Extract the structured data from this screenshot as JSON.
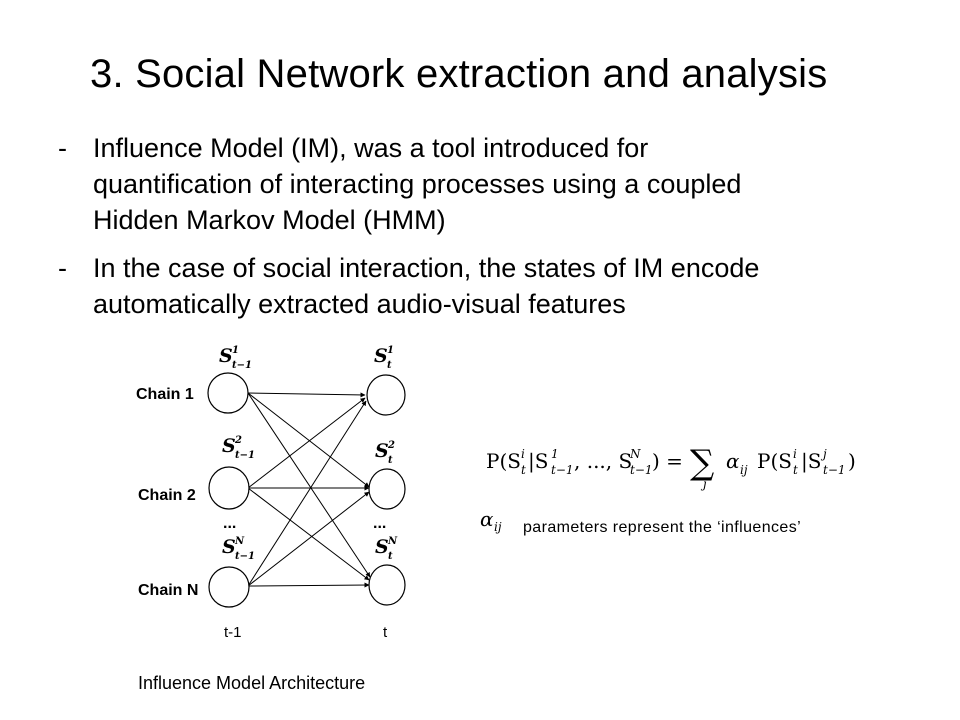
{
  "slide": {
    "title": "3. Social Network extraction and analysis",
    "bullets": [
      {
        "dash": "-",
        "lines": [
          "Influence Model (IM), was a tool introduced for",
          "quantification of interacting processes using a coupled",
          "Hidden Markov Model (HMM)"
        ]
      },
      {
        "dash": "-",
        "lines": [
          "In the case of social interaction, the states of IM encode",
          "automatically extracted audio-visual features"
        ]
      }
    ]
  },
  "diagram": {
    "chains": [
      "Chain 1",
      "Chain 2",
      "Chain N"
    ],
    "times": [
      "t-1",
      "t"
    ],
    "ellipsis": "...",
    "states": {
      "symbol": "S",
      "prev": [
        {
          "sup": "1",
          "sub": "t−1"
        },
        {
          "sup": "2",
          "sub": "t−1"
        },
        {
          "sup": "N",
          "sub": "t−1"
        }
      ],
      "curr": [
        {
          "sup": "1",
          "sub": "t"
        },
        {
          "sup": "2",
          "sub": "t"
        },
        {
          "sup": "N",
          "sub": "t"
        }
      ]
    },
    "caption": "Influence Model Architecture"
  },
  "formula": {
    "lhs_open": "P(S",
    "lhs_sup_i": "i",
    "lhs_sub_t": "t",
    "given": "|S",
    "s1_sup": "1",
    "s1_sub": "t−1",
    "dots": ", ..., S",
    "sN_sup": "N",
    "sN_sub": "t−1",
    "close_eq": ") =",
    "sum": "∑",
    "sum_index": "j",
    "alpha": "α",
    "alpha_sub": "ij",
    "rhs_p": "P(S",
    "rhs_sup_i": "i",
    "rhs_sub_t": "t",
    "rhs_given": "|S",
    "rhs_sup_j": "j",
    "rhs_sub_t1": "t−1",
    "rhs_close": ")"
  },
  "note": {
    "alpha": "α",
    "alpha_sub": "ij",
    "text": "parameters represent the ‘influences’"
  }
}
